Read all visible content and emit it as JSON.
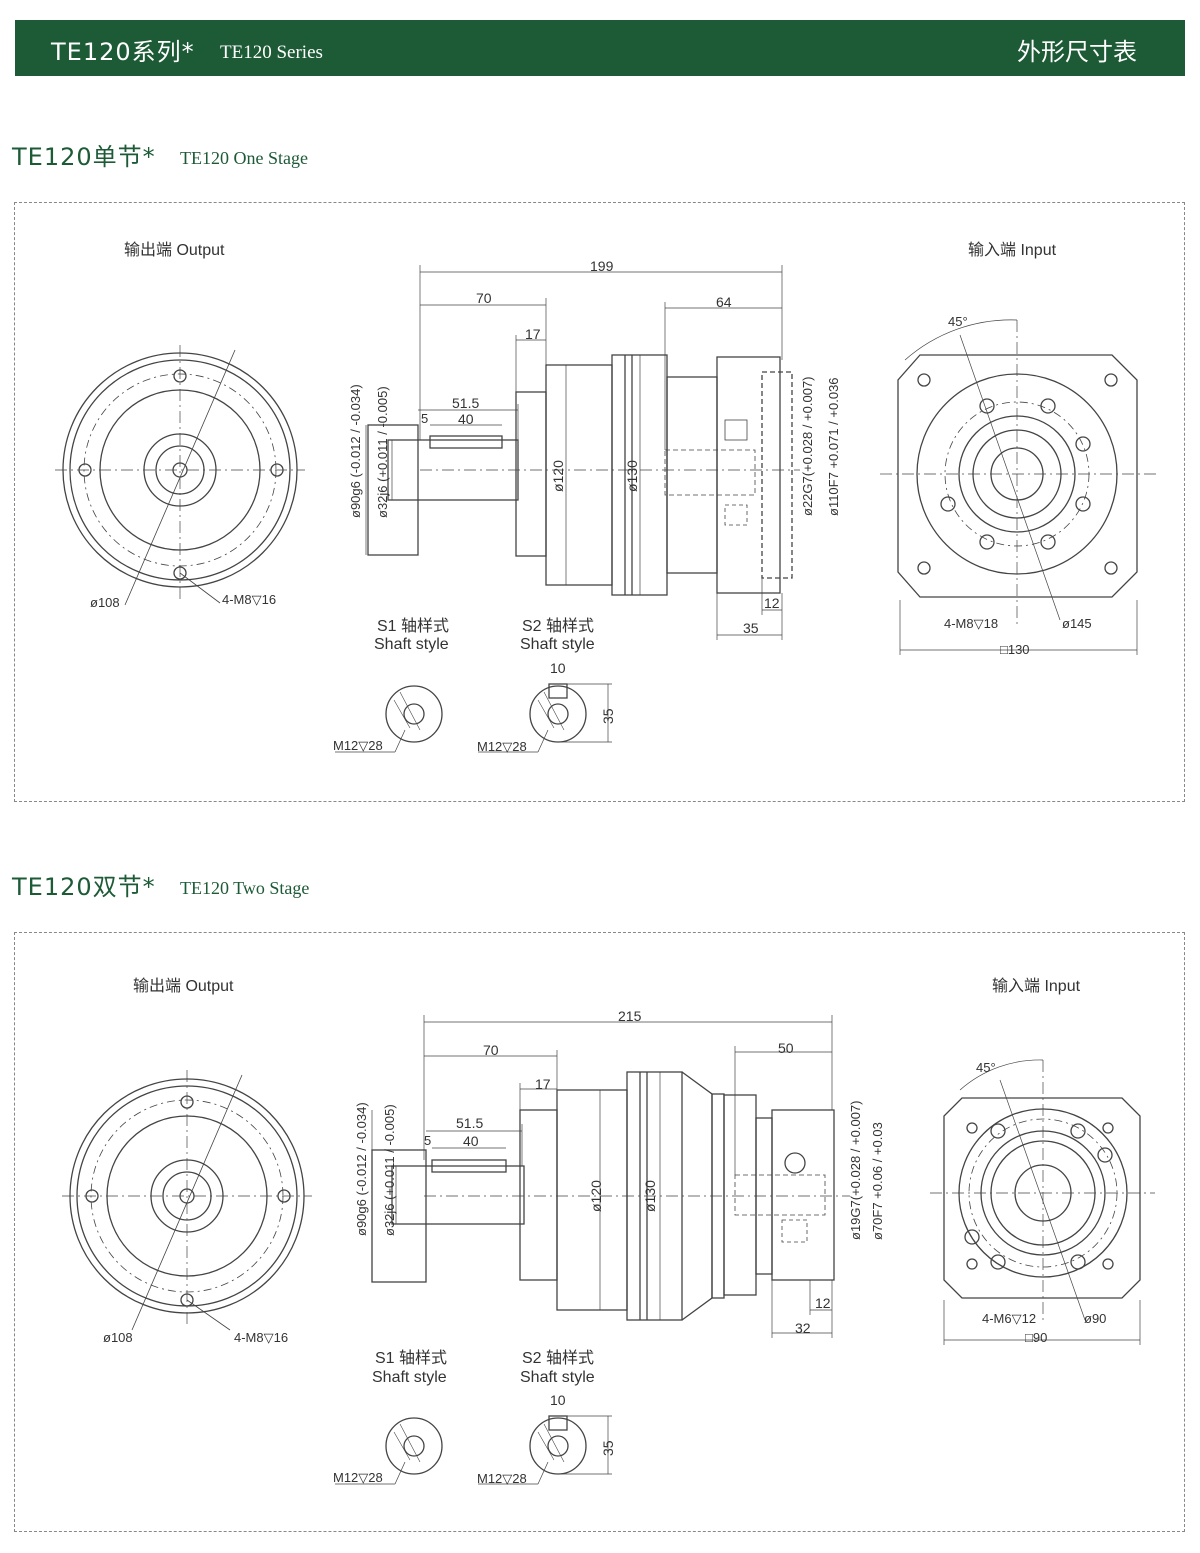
{
  "header": {
    "title_cn": "TE120系列*",
    "title_en": "TE120 Series",
    "right": "外形尺寸表"
  },
  "sections": [
    {
      "title_cn": "TE120单节*",
      "title_en": "TE120 One Stage",
      "output_label": "输出端  Output",
      "input_label": "输入端  Input",
      "dims": {
        "total": "199",
        "d70": "70",
        "d17": "17",
        "d64": "64",
        "d51": "51.5",
        "d40": "40",
        "d5": "5",
        "d120": "ø120",
        "d130": "ø130",
        "g6": "ø90g6 (-0.012 / -0.034)",
        "j6": "ø32j6 (+0.011 / -0.005)",
        "g7": "ø22G7(+0.028 / +0.007)",
        "f7": "ø110F7 +0.071 / +0.036",
        "d12": "12",
        "d35": "35",
        "o108": "ø108",
        "o_holes": "4-M8▽16",
        "angle": "45°",
        "i_holes": "4-M8▽18",
        "i_pcd": "ø145",
        "i_sq": "□130"
      },
      "s1_title": "S1 轴样式",
      "s1_sub": "Shaft style",
      "s2_title": "S2 轴样式",
      "s2_sub": "Shaft style",
      "s_m12": "M12▽28",
      "s_10": "10",
      "s_35": "35"
    },
    {
      "title_cn": "TE120双节*",
      "title_en": "TE120 Two Stage",
      "output_label": "输出端  Output",
      "input_label": "输入端  Input",
      "dims": {
        "total": "215",
        "d70": "70",
        "d17": "17",
        "d64": "50",
        "d51": "51.5",
        "d40": "40",
        "d5": "5",
        "d120": "ø120",
        "d130": "ø130",
        "g6": "ø90g6 (-0.012 / -0.034)",
        "j6": "ø32j6 (+0.011 / -0.005)",
        "g7": "ø19G7(+0.028 / +0.007)",
        "f7": "ø70F7 +0.06 / +0.03",
        "d12": "12",
        "d35": "32",
        "o108": "ø108",
        "o_holes": "4-M8▽16",
        "angle": "45°",
        "i_holes": "4-M6▽12",
        "i_pcd": "ø90",
        "i_sq": "□90"
      },
      "s1_title": "S1 轴样式",
      "s1_sub": "Shaft style",
      "s2_title": "S2 轴样式",
      "s2_sub": "Shaft style",
      "s_m12": "M12▽28",
      "s_10": "10",
      "s_35": "35"
    }
  ]
}
